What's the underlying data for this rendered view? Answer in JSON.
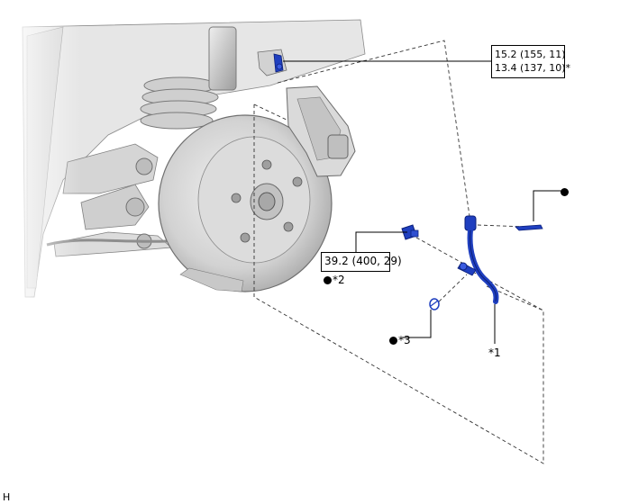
{
  "torque_spec_top": {
    "line1": "15.2 (155, 11)",
    "line2": "13.4 (137, 10)*"
  },
  "torque_spec_bolt": "39.2 (400, 29)",
  "callouts": {
    "ref_1": "*1",
    "ref_2": "*2",
    "ref_3": "*3"
  },
  "figure_code": "H",
  "colors": {
    "part_highlight": "#1f3fbf",
    "part_dark": "#0b1f7a",
    "line": "#000000",
    "assembly_gray": "#d4d4d4"
  }
}
